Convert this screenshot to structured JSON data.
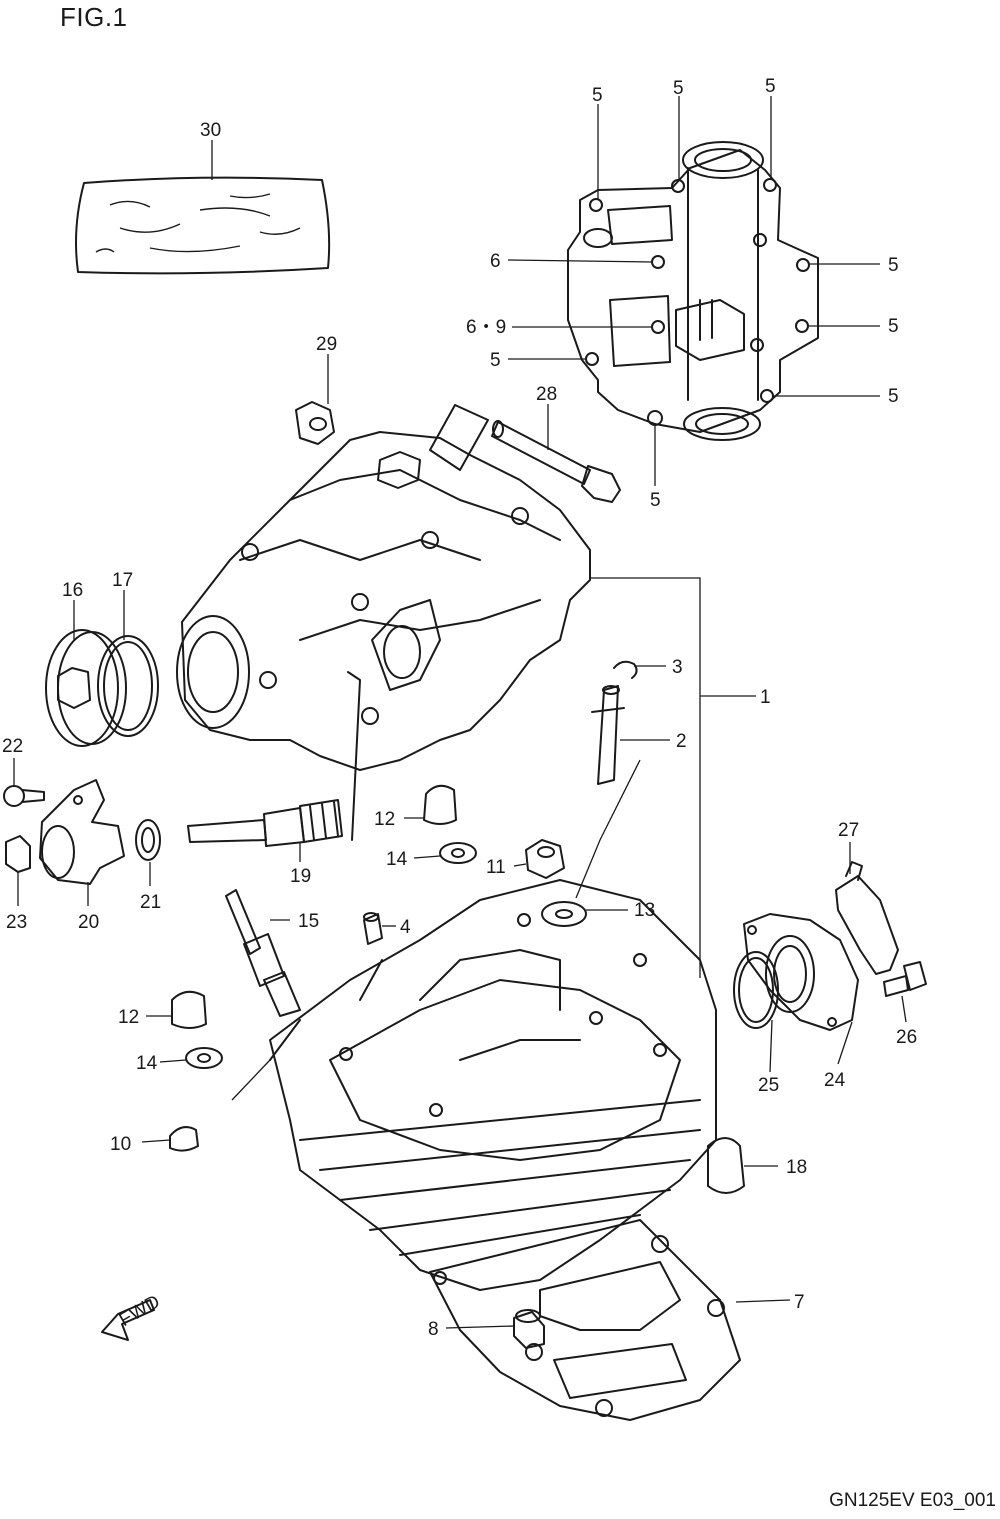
{
  "figure": {
    "title": "FIG.1",
    "drawing_code": "GN125EV E03_001",
    "arrow_label": "FWD"
  },
  "callouts": [
    {
      "id": "c30",
      "text": "30"
    },
    {
      "id": "c5a",
      "text": "5"
    },
    {
      "id": "c5b",
      "text": "5"
    },
    {
      "id": "c5c",
      "text": "5"
    },
    {
      "id": "c6",
      "text": "6"
    },
    {
      "id": "c5d",
      "text": "5"
    },
    {
      "id": "c69",
      "text": "6・9"
    },
    {
      "id": "c5e",
      "text": "5"
    },
    {
      "id": "c5f",
      "text": "5"
    },
    {
      "id": "c5g",
      "text": "5"
    },
    {
      "id": "c5h",
      "text": "5"
    },
    {
      "id": "c29",
      "text": "29"
    },
    {
      "id": "c28",
      "text": "28"
    },
    {
      "id": "c16",
      "text": "16"
    },
    {
      "id": "c17",
      "text": "17"
    },
    {
      "id": "c3",
      "text": "3"
    },
    {
      "id": "c1",
      "text": "1"
    },
    {
      "id": "c2",
      "text": "2"
    },
    {
      "id": "c22",
      "text": "22"
    },
    {
      "id": "c12a",
      "text": "12"
    },
    {
      "id": "c14a",
      "text": "14"
    },
    {
      "id": "c11",
      "text": "11"
    },
    {
      "id": "c19",
      "text": "19"
    },
    {
      "id": "c21",
      "text": "21"
    },
    {
      "id": "c23",
      "text": "23"
    },
    {
      "id": "c20",
      "text": "20"
    },
    {
      "id": "c27",
      "text": "27"
    },
    {
      "id": "c13",
      "text": "13"
    },
    {
      "id": "c15",
      "text": "15"
    },
    {
      "id": "c4",
      "text": "4"
    },
    {
      "id": "c12b",
      "text": "12"
    },
    {
      "id": "c26",
      "text": "26"
    },
    {
      "id": "c14b",
      "text": "14"
    },
    {
      "id": "c25",
      "text": "25"
    },
    {
      "id": "c24",
      "text": "24"
    },
    {
      "id": "c10",
      "text": "10"
    },
    {
      "id": "c18",
      "text": "18"
    },
    {
      "id": "c7",
      "text": "7"
    },
    {
      "id": "c8",
      "text": "8"
    }
  ]
}
